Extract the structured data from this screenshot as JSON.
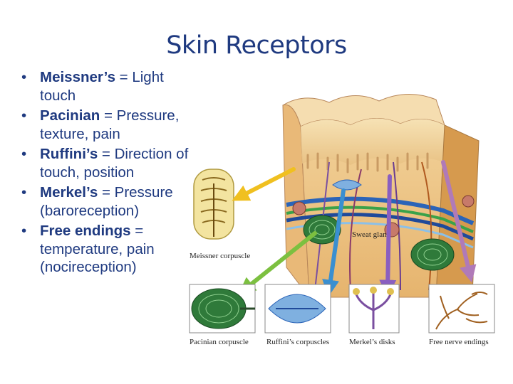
{
  "slide": {
    "title": "Skin Receptors"
  },
  "bullets": [
    {
      "term": "Meissner’s",
      "text": " = Light touch"
    },
    {
      "term": "Pacinian",
      "text": " = Pressure, texture, pain"
    },
    {
      "term": "Ruffini’s",
      "text": " = Direction of touch, position"
    },
    {
      "term": "Merkel’s",
      "text": " = Pressure (baroreception)"
    },
    {
      "term": "Free endings",
      "text": " = temperature, pain (nocireception)"
    }
  ],
  "figure": {
    "labels": {
      "meissner": "Meissner corpuscle",
      "sweat_gland": "Sweat gland",
      "pacinian": "Pacinian corpuscle",
      "ruffini": "Ruffini’s corpuscles",
      "merkel": "Merkel’s disks",
      "free_nerve": "Free nerve endings"
    },
    "arrow_colors": [
      "#f0c020",
      "#7cc040",
      "#3a8fd0",
      "#8a5fc0",
      "#b07ab8"
    ]
  }
}
